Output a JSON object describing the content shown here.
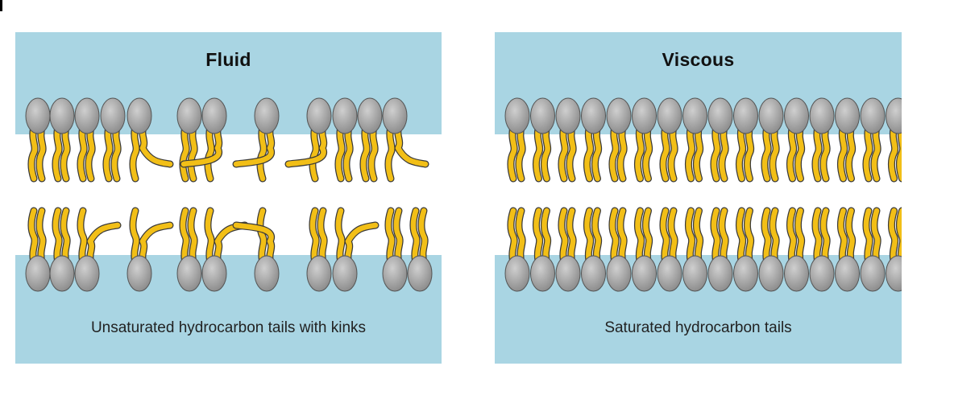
{
  "panels": [
    {
      "id": "fluid",
      "title": "Fluid",
      "caption": "Unsaturated hydrocarbon tails with kinks"
    },
    {
      "id": "viscous",
      "title": "Viscous",
      "caption": "Saturated hydrocarbon tails"
    }
  ],
  "colors": {
    "water": "#a9d5e3",
    "membrane_core": "#ffffff",
    "head": "#8e8e8e",
    "head_highlight": "#cfcfcf",
    "tail": "#f2bf17",
    "tail_outline": "#3a3a3a"
  }
}
